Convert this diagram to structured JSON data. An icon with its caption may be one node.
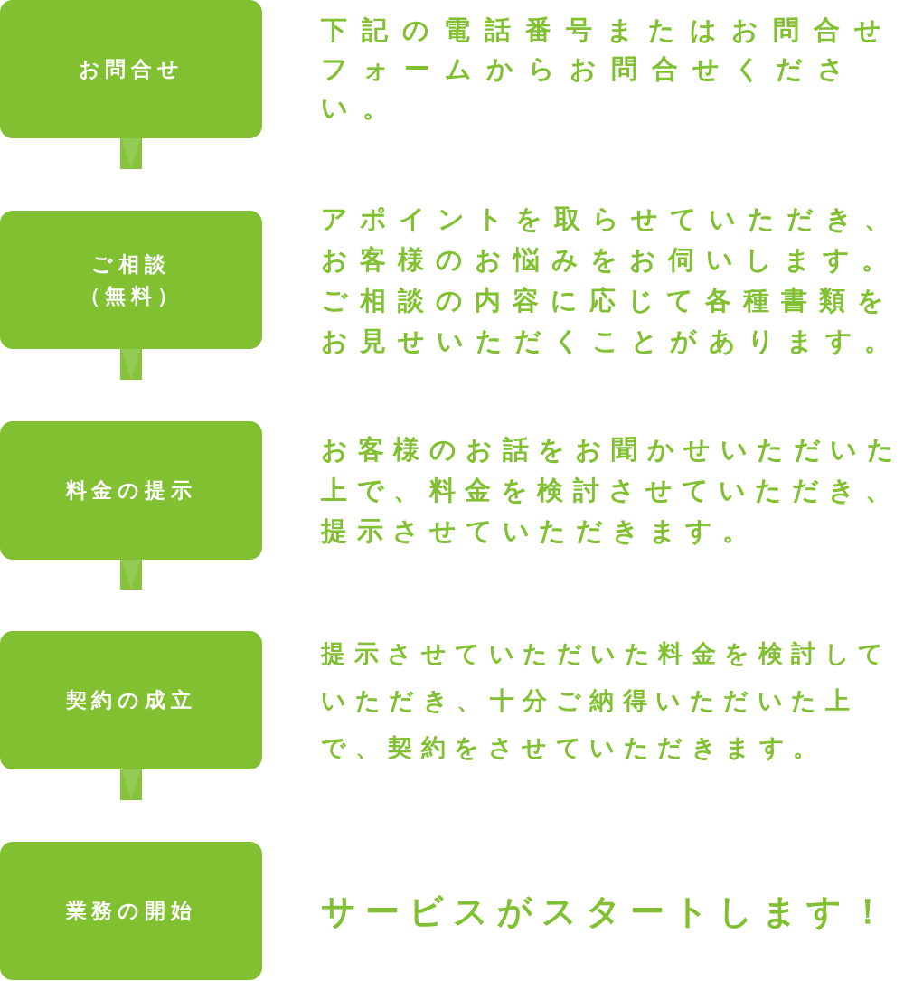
{
  "diagram": {
    "nodes": [
      {
        "text": [
          "お問合せ"
        ],
        "beside": [
          "下記の電話番号またはお問合せフォームからお問合せください。"
        ]
      },
      {
        "text": [
          "ご相談（無料）"
        ],
        "beside": [
          "アポイントを取らせていただき、お客様のお悩みをお伺いします。ご相談の内容に応じて各種書類をお見せいただくことがあります。"
        ]
      },
      {
        "text": [
          "料金の提示"
        ],
        "beside": [
          "お客様のお話をお聞かせいただいた上で、料金を検討させていただき、提示させていただきます。"
        ]
      },
      {
        "text": [
          "契約の成立"
        ],
        "beside": [
          "提示させていただいた料金を検討していただき、十分ご納得いただいた上で、契約をさせていただきます。"
        ]
      },
      {
        "text": [
          "業務の開始"
        ],
        "beside": [
          "サービスがスタートします！"
        ]
      }
    ],
    "edges": [
      {
        "from": 0,
        "to": 1,
        "arrow": "to"
      },
      {
        "from": 1,
        "to": 2,
        "arrow": "to"
      },
      {
        "from": 2,
        "to": 3,
        "arrow": "to"
      },
      {
        "from": 3,
        "to": 4,
        "arrow": "to"
      }
    ]
  }
}
